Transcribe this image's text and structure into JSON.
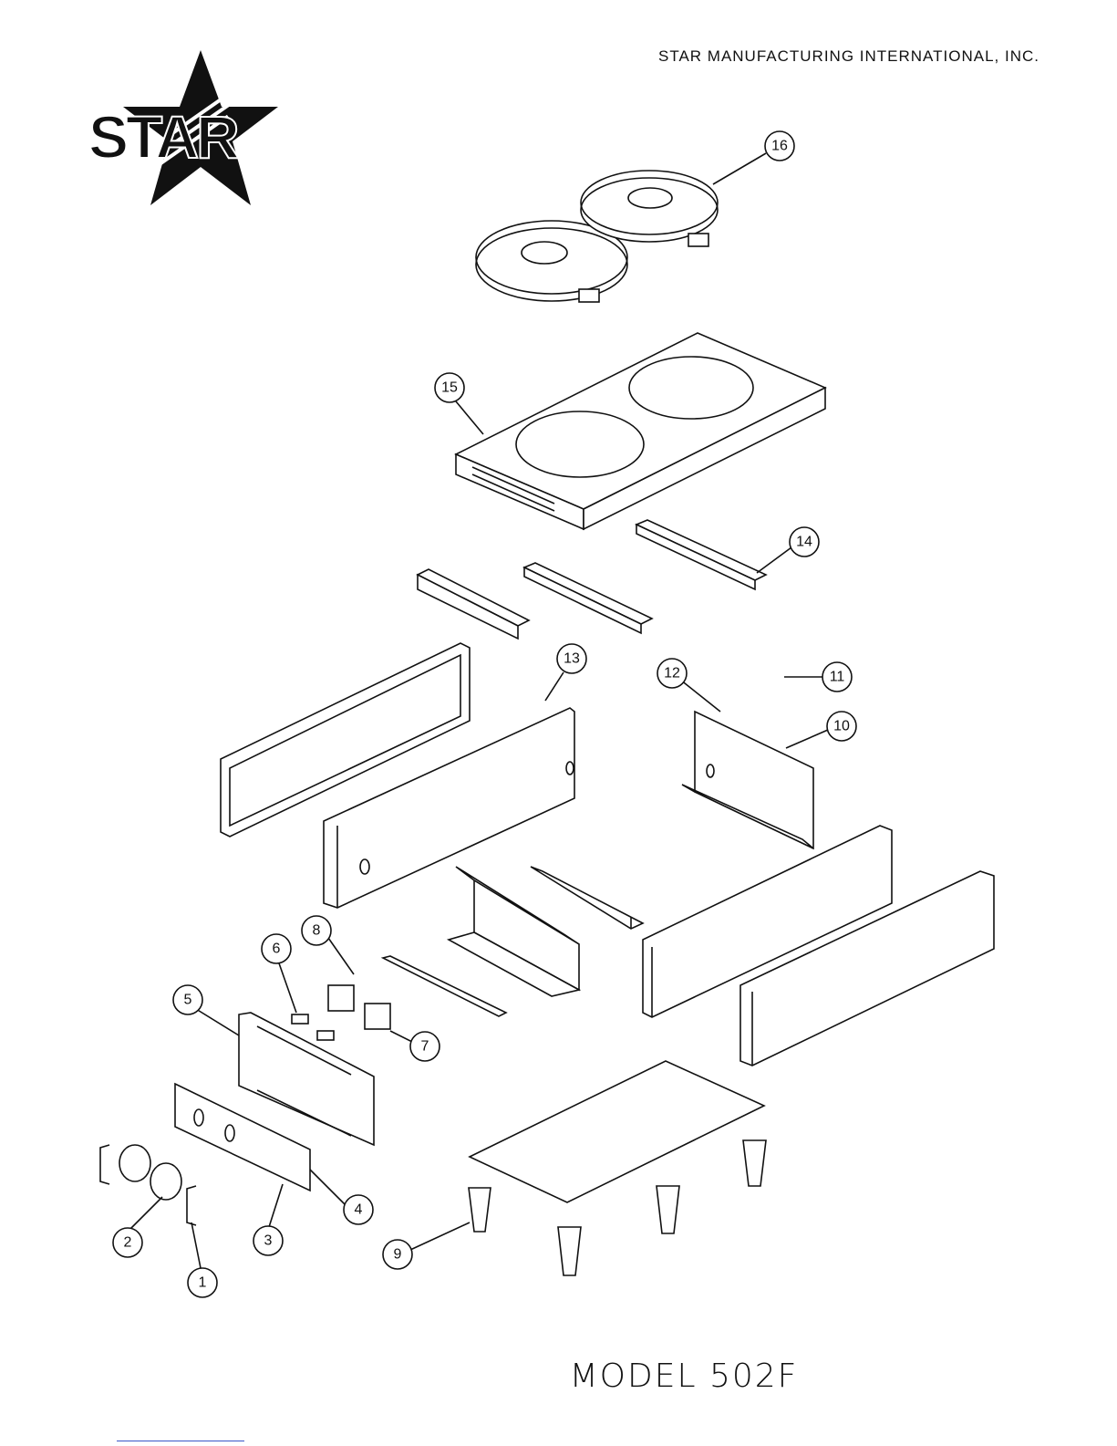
{
  "header": {
    "company": "STAR MANUFACTURING INTERNATIONAL, INC."
  },
  "logo": {
    "text": "STAR"
  },
  "footer": {
    "model": "MODEL 502F"
  },
  "callouts": [
    "1",
    "2",
    "3",
    "4",
    "5",
    "6",
    "7",
    "8",
    "9",
    "10",
    "11",
    "12",
    "13",
    "14",
    "15",
    "16"
  ]
}
